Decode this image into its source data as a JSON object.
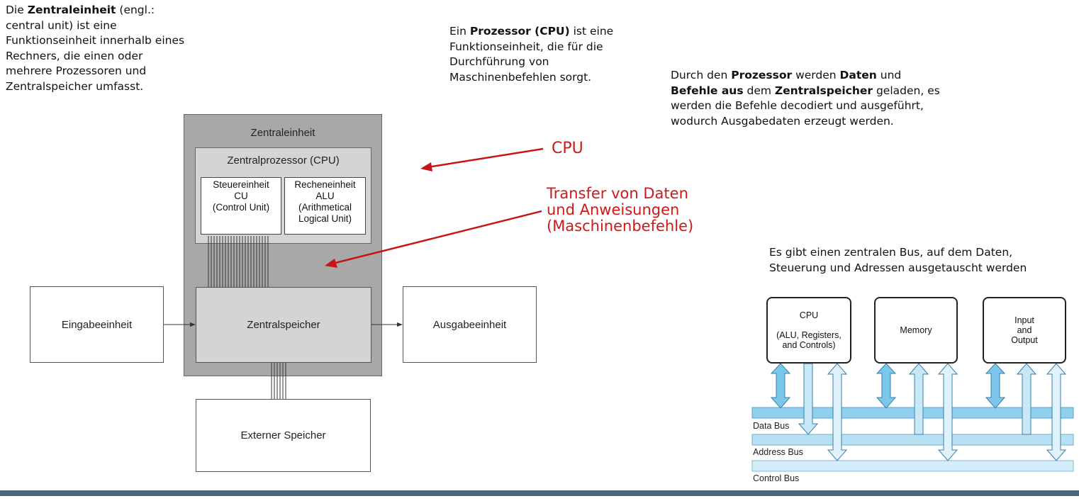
{
  "texts": {
    "zentraleinheit_def": {
      "l1_bold": "Zentraleinheit",
      "l1_pre": "Die ",
      "l1_post": " (engl.:",
      "l2": "central unit) ist eine",
      "l3": "Funktionseinheit innerhalb eines",
      "l4": "Rechners, die einen oder",
      "l5": "mehrere Prozessoren und",
      "l6": "Zentralspeicher umfasst."
    },
    "prozessor_def": {
      "l1_pre": "Ein ",
      "l1_bold": "Prozessor (CPU)",
      "l1_post": " ist eine",
      "l2": "Funktionseinheit, die für die",
      "l3": "Durchführung von",
      "l4": "Maschinenbefehlen sorgt."
    },
    "ablauf": {
      "l1_pre": "Durch den ",
      "l1_b1": "Prozessor",
      "l1_mid": " werden ",
      "l1_b2": "Daten",
      "l1_post": " und",
      "l2_b1": "Befehle aus",
      "l2_mid": " dem ",
      "l2_b2": "Zentralspeicher",
      "l2_post": " geladen, es",
      "l3": "werden die Befehle decodiert und ausgeführt,",
      "l4": "wodurch Ausgabedaten erzeugt werden."
    },
    "bus_intro": {
      "l1": "Es gibt einen zentralen Bus, auf dem Daten,",
      "l2": "Steuerung und Adressen ausgetauscht werden"
    }
  },
  "annotations": {
    "cpu": "CPU",
    "transfer_l1": "Transfer von Daten",
    "transfer_l2": "und Anweisungen",
    "transfer_l3": "(Maschinenbefehle)",
    "color": "#d01818"
  },
  "diagram_left": {
    "zentraleinheit": "Zentraleinheit",
    "cpu": "Zentralprozessor (CPU)",
    "cu": [
      "Steuereinheit",
      "CU",
      "(Control Unit)"
    ],
    "alu": [
      "Recheneinheit",
      "ALU",
      "(Arithmetical",
      "Logical Unit)"
    ],
    "zentralspeicher": "Zentralspeicher",
    "eingabe": "Eingabeeinheit",
    "ausgabe": "Ausgabeeinheit",
    "extern": "Externer Speicher",
    "colors": {
      "outer": "#a8a8a8",
      "inner": "#d4d4d4"
    }
  },
  "diagram_right": {
    "cpu": [
      "CPU",
      "",
      "(ALU, Registers,",
      "and Controls)"
    ],
    "memory": "Memory",
    "io": [
      "Input",
      "and",
      "Output"
    ],
    "data_bus": "Data Bus",
    "address_bus": "Address Bus",
    "control_bus": "Control Bus",
    "colors": {
      "data": "#8ed0ee",
      "address": "#b8e0f3",
      "control": "#d4edf9",
      "arrow_stroke": "#3a7fa6"
    }
  }
}
